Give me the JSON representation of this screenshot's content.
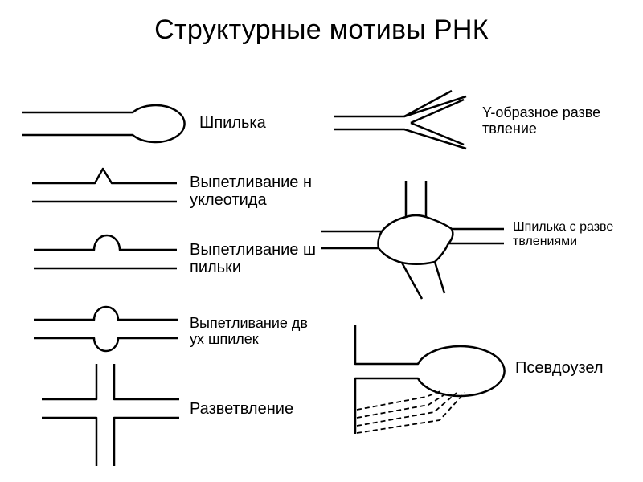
{
  "title": "Структурные мотивы РНК",
  "labels": {
    "hairpin": "Шпилька",
    "nucleotide_bulge": "Выпетливание нуклеотида",
    "hairpin_bulge": "Выпетливание шпильки",
    "two_hairpin_bulge": "Выпетливание двух шпилек",
    "branching": "Разветвление",
    "y_branching": "Y-образное разветвление",
    "branched_hairpin": "Шпилька с разветвлениями",
    "pseudoknot": "Псевдоузел"
  }
}
